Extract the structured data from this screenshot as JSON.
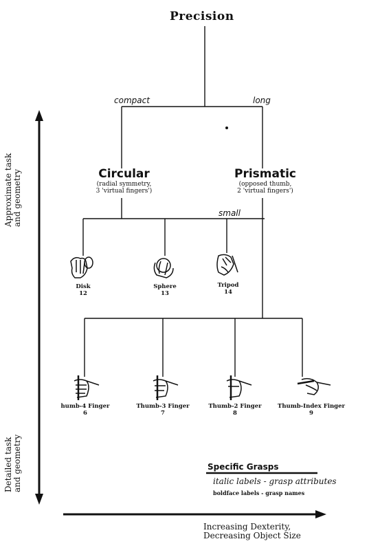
{
  "title": "Precision",
  "branches": {
    "left_attr": "compact",
    "right_attr": "long",
    "small_attr": "small"
  },
  "categories": {
    "circular": {
      "name": "Circular",
      "desc_1": "(radial symmetry,",
      "desc_2": "3 'virtual fingers')"
    },
    "prismatic": {
      "name": "Prismatic",
      "desc_1": "(opposed thumb,",
      "desc_2": "2 'virtual fingers')"
    }
  },
  "circular_grasps": [
    {
      "name": "Disk",
      "number": "12"
    },
    {
      "name": "Sphere",
      "number": "13"
    },
    {
      "name": "Tripod",
      "number": "14"
    }
  ],
  "prismatic_grasps": [
    {
      "name": "humb-4 Finger",
      "number": "6"
    },
    {
      "name": "Thumb-3 Finger",
      "number": "7"
    },
    {
      "name": "Thumb-2 Finger",
      "number": "8"
    },
    {
      "name": "Thumb-Index Finger",
      "number": "9"
    }
  ],
  "vertical_axis": {
    "top_1": "Approximate task",
    "top_2": "and geometry",
    "bottom_1": "Detailed task",
    "bottom_2": "and geometry"
  },
  "legend": {
    "title": "Specific Grasps",
    "italic_line": "italic labels - grasp attributes",
    "bold_line": "boldface labels - grasp names"
  },
  "horizontal_axis": {
    "line_1": "Increasing Dexterity,",
    "line_2": "Decreasing Object Size"
  },
  "icons": [
    "hand-grasp-icon",
    "arrow-icon"
  ]
}
